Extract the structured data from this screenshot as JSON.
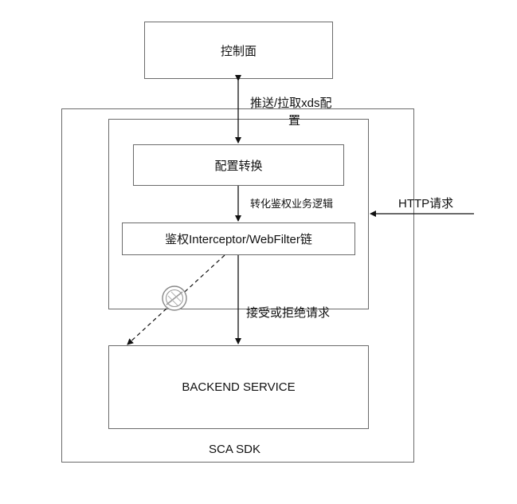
{
  "nodes": {
    "control_plane": "控制面",
    "config_transform": "配置转换",
    "auth_interceptor": "鉴权Interceptor/WebFilter链",
    "backend_service": "BACKEND SERVICE",
    "sca_sdk": "SCA SDK"
  },
  "edges": {
    "push_pull_line1": "推送/拉取xds配",
    "push_pull_line2": "置",
    "transform_logic": "转化鉴权业务逻辑",
    "http_request": "HTTP请求",
    "accept_reject": "接受或拒绝请求"
  },
  "icons": {
    "blocked_path": "prohibited-icon"
  }
}
